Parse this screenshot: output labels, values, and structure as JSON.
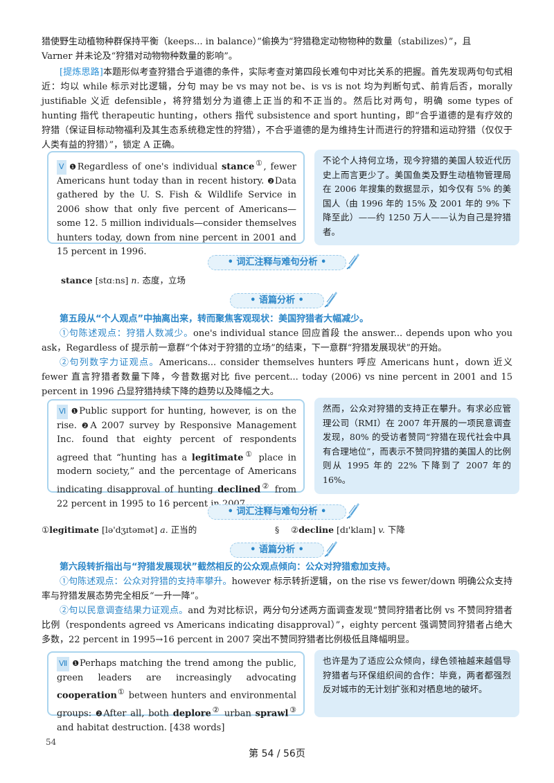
{
  "intro": {
    "line1": "猎使野生动植物种群保持平衡（keeps... in balance）”偷换为“狩猎稳定动物物种的数量（stabilizes）”，且",
    "line2": "Varner 并未论及“狩猎对动物物种数量的影响”。"
  },
  "refine": {
    "tag": "[提炼思路]",
    "text": "本题形似考查狩猎合乎道德的条件，实际考查对第四段长难句中对比关系的把握。首先发现两句句式相近：均以 while 标示对比逻辑，分句 may be vs may not be、is vs is not 均为判断句式、前肯后否，morally justifiable 义近 defensible，将狩猎划分为道德上正当的和不正当的。然后比对两句，明确 some types of hunting 指代 therapeutic hunting，others 指代 subsistence and sport hunting，即“合乎道德的是有疗效的狩猎（保证目标动物福利及其生态系统稳定性的狩猎），不合乎道德的是为维持生计而进行的狩猎和运动狩猎（仅仅于人类有益的狩猎）”，锁定 A 正确。"
  },
  "p5": {
    "roman": "Ⅴ",
    "s1_mark": "❶",
    "s1_pre": "Regardless of one's individual ",
    "s1_word": "stance",
    "s1_sup": "①",
    "s1_post": ", fewer Americans hunt today than in recent history. ",
    "s2_mark": "❷",
    "s2": "Data gathered by the U. S. Fish & Wildlife Service in 2006 show that only five percent of Americans—some 12. 5 million individuals—consider themselves hunters today, down from nine percent in 2001 and 15 percent in 1996.",
    "zh": "不论个人持何立场，现今狩猎的美国人较近代历史上而言更少了。美国鱼类及野生动植物管理局在 2006 年搜集的数据显示，如今仅有 5% 的美国人（由 1996 年的 15% 及 2001 年的 9% 下降至此）——约 1250 万人——认为自己是狩猎者。"
  },
  "banner1": "• 词汇注释与难句分析 •",
  "vocab1": {
    "word": "stance",
    "ipa": "[stɑːns]",
    "pos": "n.",
    "meaning": "态度，立场"
  },
  "banner2": "• 语篇分析 •",
  "analysis5": {
    "head": "第五段从“个人观点”中抽离出来，转而聚焦客观现状：美国狩猎者大幅减少。",
    "p1_label": "①句陈述观点：狩猎人数减少。",
    "p1_text": "one's individual stance 回应首段 the answer... depends upon who you ask，Regardless of 提示前一意群“个体对于狩猎的立场”的结束，下一意群“狩猎发展现状”的开始。",
    "p2_label": "②句列数字力证观点。",
    "p2_text": "Americans... consider themselves hunters 呼应 Americans hunt，down 近义 fewer 直言狩猎者数量下降，今昔数据对比 five percent... today (2006) vs nine percent in 2001 and 15 percent in 1996 凸显狩猎持续下降的趋势以及降幅之大。"
  },
  "p6": {
    "roman": "Ⅵ",
    "s1_mark": "❶",
    "s1": "Public support for hunting, however, is on the rise. ",
    "s2_mark": "❷",
    "s2_pre": "A 2007 survey by Responsive Management Inc. found that eighty percent of respondents agreed that “hunting has a ",
    "s2_word": "legitimate",
    "s2_sup": "①",
    "s2_mid": " place in modern society,” and the percentage of Americans indicating disapproval of hunting ",
    "s2_word2": "declined",
    "s2_sup2": "②",
    "s2_post": " from 22 percent in 1995 to 16 percent in 2007.",
    "zh": "然而，公众对狩猎的支持正在攀升。有求必应管理公司（RMI）在 2007 年开展的一项民意调查发现，80% 的受访者赞同“狩猎在现代社会中具有合理地位”，而表示不赞同狩猎的美国人的比例则从 1995 年的 22% 下降到了 2007 年的 16%。"
  },
  "banner3": "• 词汇注释与难句分析 •",
  "vocab2": {
    "a_num": "①",
    "a_word": "legitimate",
    "a_ipa": "[lə'dʒɪtəmət]",
    "a_pos": "a.",
    "a_meaning": "正当的",
    "sep": "§",
    "b_num": "②",
    "b_word": "decline",
    "b_ipa": "[dɪ'klaɪn]",
    "b_pos": "v.",
    "b_meaning": "下降"
  },
  "banner4": "• 语篇分析 •",
  "analysis6": {
    "head": "第六段转折指出与“狩猎发展现状”截然相反的公众观点倾向：公众对狩猎愈加支持。",
    "p1_label": "①句陈述观点：公众对狩猎的支持率攀升。",
    "p1_text": "however 标示转折逻辑，on the rise vs fewer/down 明确公众支持率与狩猎发展态势完全相反“一升一降”。",
    "p2_label": "②句以民意调查结果力证观点。",
    "p2_text": "and 为对比标识，两分句分述两方面调查发现“赞同狩猎者比例 vs 不赞同狩猎者比例（respondents agreed vs Americans indicating disapproval）”，eighty percent 强调赞同狩猎者占绝大多数，22 percent in 1995→16 percent in 2007 突出不赞同狩猎者比例极低且降幅明显。"
  },
  "p7": {
    "roman": "Ⅶ",
    "s1_mark": "❶",
    "s1_pre": "Perhaps matching the trend among the public, green leaders are increasingly advocating ",
    "s1_word": "cooperation",
    "s1_sup": "①",
    "s1_post": " between hunters and environmental groups: ",
    "s2_mark": "❷",
    "s2_pre": "After all, both ",
    "s2_word": "deplore",
    "s2_sup": "②",
    "s2_mid": " urban ",
    "s2_word2": "sprawl",
    "s2_sup2": "③",
    "s2_post": " and habitat destruction. [438 words]",
    "zh": "也许是为了适应公众倾向，绿色领袖越来越倡导狩猎者与环保组织间的合作：毕竟，两者都强烈反对城市的无计划扩张和对栖息地的破坏。"
  },
  "page_number": "54",
  "footer": "第 54 / 56页",
  "colors": {
    "accent": "#2b86c8",
    "box_border": "#a9d4ee",
    "zh_box_bg": "#dcedf9"
  },
  "icons": [
    "pen-icon"
  ]
}
